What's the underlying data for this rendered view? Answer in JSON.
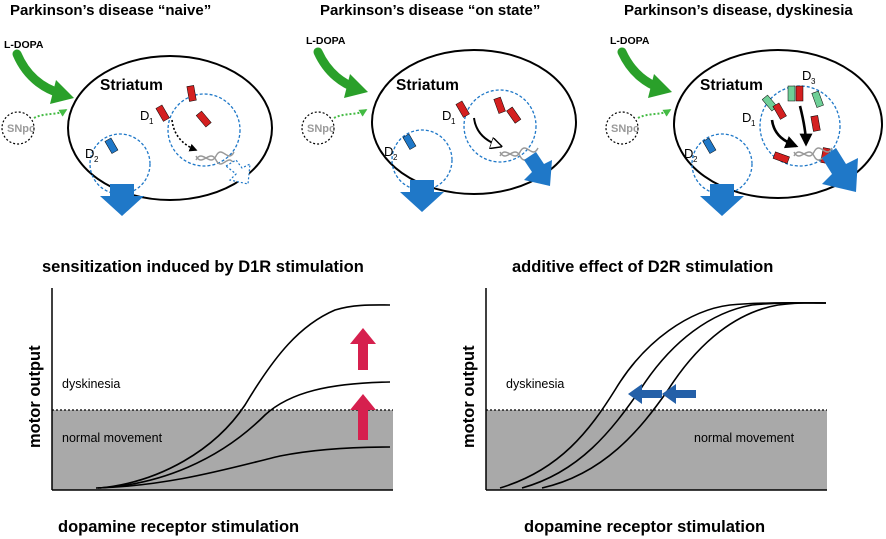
{
  "panels": [
    {
      "title": "Parkinson’s disease “naive”",
      "drug": "L-DOPA",
      "region": "Striatum",
      "source": "SNpc",
      "receptors": [
        "D",
        "D"
      ],
      "receptor_subs": [
        "1",
        "2"
      ]
    },
    {
      "title": "Parkinson’s disease “on state”",
      "drug": "L-DOPA",
      "region": "Striatum",
      "source": "SNpc",
      "receptors": [
        "D",
        "D"
      ],
      "receptor_subs": [
        "1",
        "2"
      ]
    },
    {
      "title": "Parkinson’s disease, dyskinesia",
      "drug": "L-DOPA",
      "region": "Striatum",
      "source": "SNpc",
      "receptors": [
        "D",
        "D",
        "D"
      ],
      "receptor_subs": [
        "1",
        "2",
        "3"
      ]
    }
  ],
  "colors": {
    "ldopa_arrow": "#2aa02a",
    "snpc_link": "#44bb44",
    "d1_receptor": "#d42020",
    "d2_receptor": "#1f78c8",
    "d3_receptor": "#6fcf97",
    "output_arrow": "#1f78c8",
    "gray_band": "#a9a9a9",
    "sensitization_arrow": "#d6204e",
    "shift_arrow": "#2460a8"
  },
  "charts": [
    {
      "title": "sensitization induced by D1R stimulation",
      "ylabel": "motor output",
      "xlabel": "dopamine receptor stimulation",
      "zone_upper": "dyskinesia",
      "zone_lower": "normal movement"
    },
    {
      "title": "additive effect of D2R stimulation",
      "ylabel": "motor output",
      "xlabel": "dopamine receptor stimulation",
      "zone_upper": "dyskinesia",
      "zone_lower": "normal movement"
    }
  ]
}
